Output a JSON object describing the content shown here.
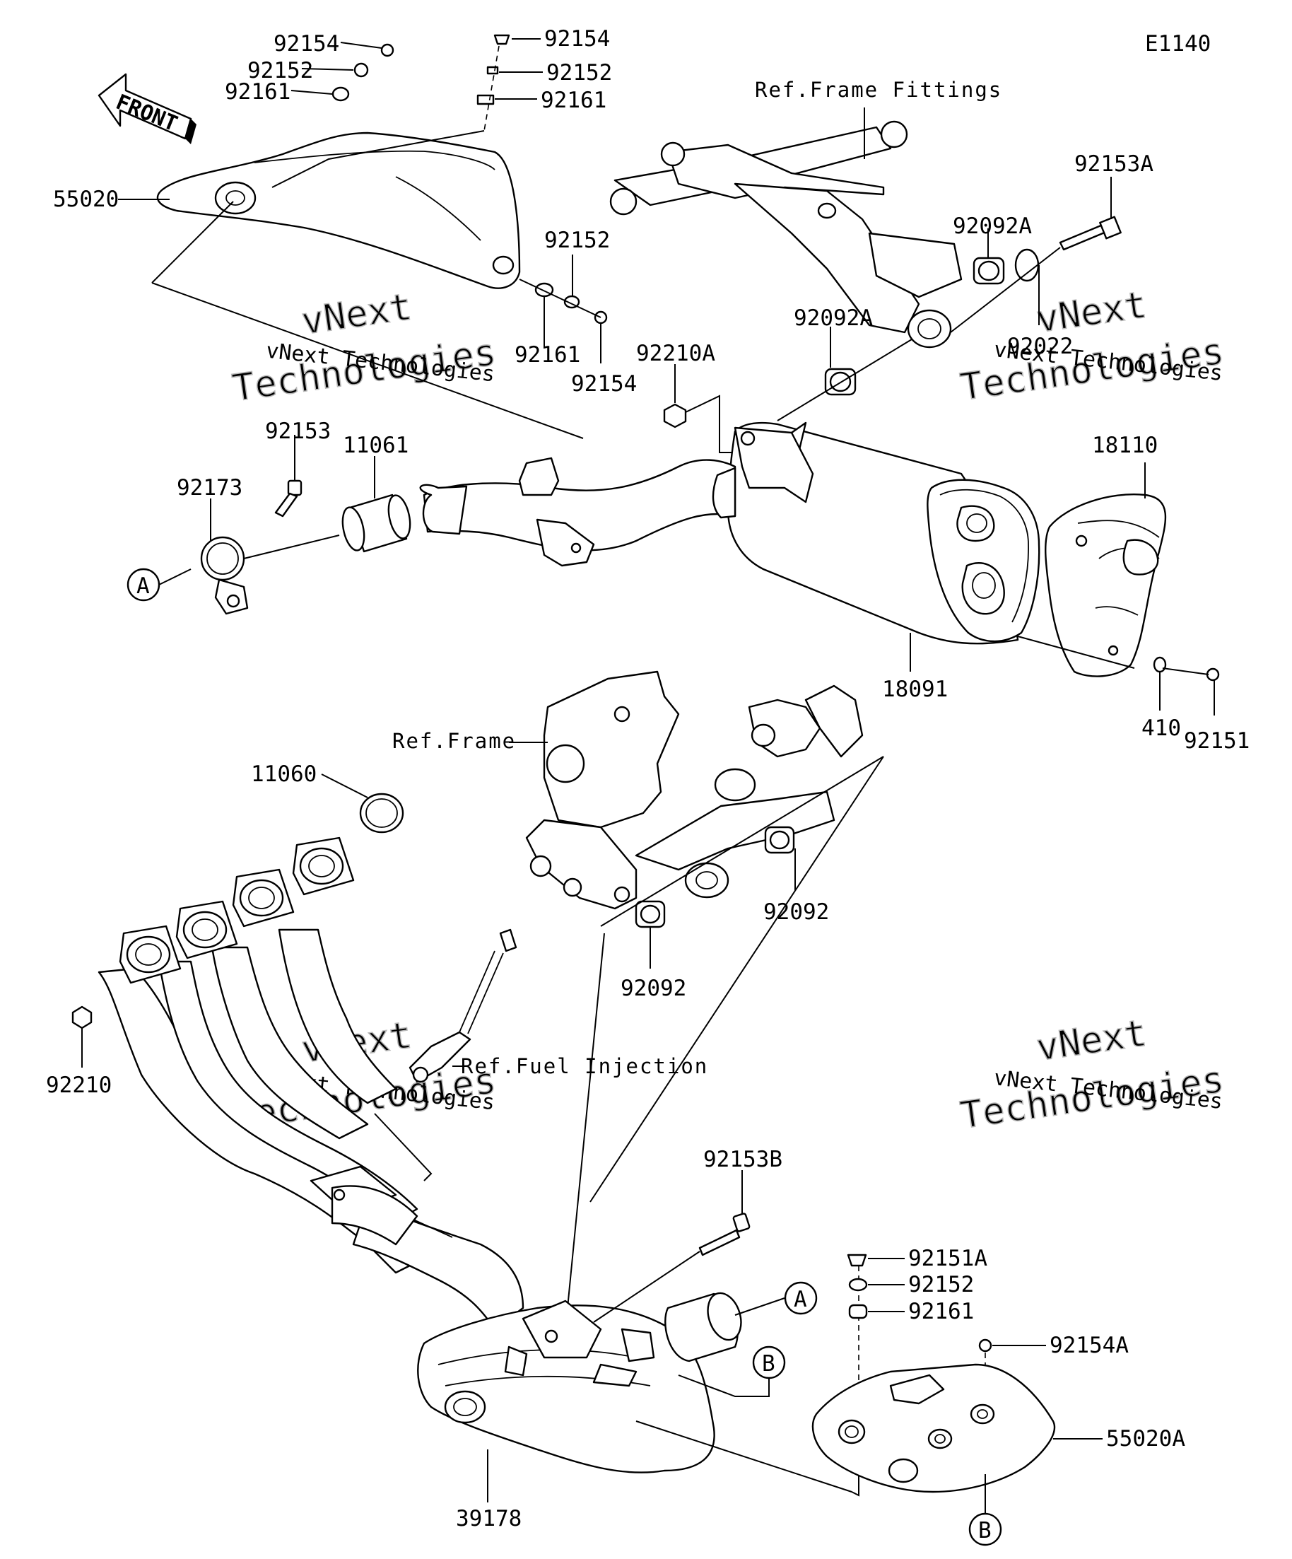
{
  "diagram_code": "E1140",
  "front_arrow": "FRONT",
  "references": {
    "frame_fittings": "Ref.Frame Fittings",
    "frame": "Ref.Frame",
    "fuel_injection": "Ref.Fuel Injection"
  },
  "watermark": {
    "line1": "vNext",
    "line2": "Technologies",
    "caption": "vNext Technologies"
  },
  "callouts": {
    "a": "A",
    "b": "B"
  },
  "parts": {
    "p92154_t1": "92154",
    "p92152_t1": "92152",
    "p92161_t1": "92161",
    "p92154_t2": "92154",
    "p92152_t2": "92152",
    "p92161_t2": "92161",
    "p55020": "55020",
    "p92152_m": "92152",
    "p92161_m": "92161",
    "p92154_m": "92154",
    "p92153A": "92153A",
    "p92092A_1": "92092A",
    "p92092A_2": "92092A",
    "p92022": "92022",
    "p92210A": "92210A",
    "p92153": "92153",
    "p11061": "11061",
    "p92173": "92173",
    "p18110": "18110",
    "p18091": "18091",
    "p410": "410",
    "p92151": "92151",
    "p11060": "11060",
    "p92092_1": "92092",
    "p92092_2": "92092",
    "p92210": "92210",
    "p92153B": "92153B",
    "p92151A": "92151A",
    "p92152_b": "92152",
    "p92161_b": "92161",
    "p92154A": "92154A",
    "p55020A": "55020A",
    "p39178": "39178"
  }
}
